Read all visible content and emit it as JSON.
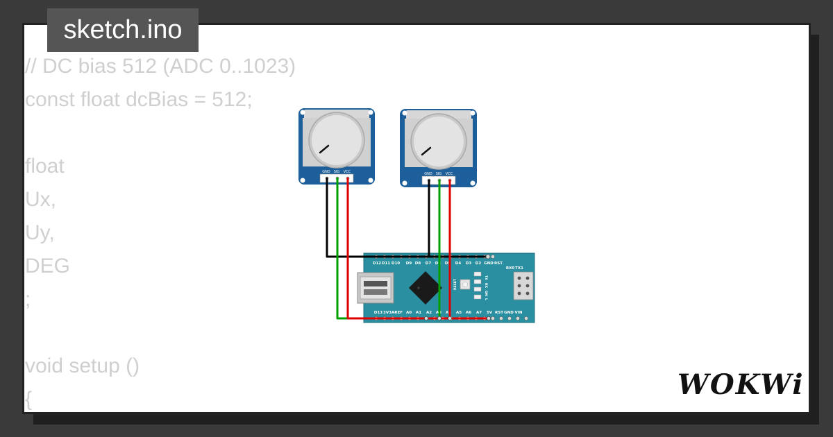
{
  "file": {
    "name": "sketch.ino"
  },
  "code_lines": [
    "// DC bias 512 (ADC 0..1023)",
    "const float dcBias = 512;",
    "",
    "float",
    "Ux,",
    "Uy,",
    "DEG",
    ";",
    "",
    "void setup ()",
    "{"
  ],
  "potentiometers": [
    {
      "pins": [
        "GND",
        "SIG",
        "VCC"
      ]
    },
    {
      "pins": [
        "GND",
        "SIG",
        "VCC"
      ]
    }
  ],
  "board": {
    "top_pins": [
      "D12",
      "D11",
      "D10",
      "D9",
      "D8",
      "D7",
      "D6",
      "D5",
      "D4",
      "D3",
      "D2",
      "GND",
      "RST",
      "RX0",
      "TX1"
    ],
    "bottom_pins": [
      "D13",
      "3V3",
      "AREF",
      "A0",
      "A1",
      "A2",
      "A3",
      "A4",
      "A5",
      "A6",
      "A7",
      "5V",
      "RST",
      "GND",
      "VIN"
    ],
    "led_labels": [
      "TX",
      "RX",
      "ON",
      "L"
    ],
    "reset_label": "RESET"
  },
  "logo": {
    "text": "WOKWi"
  },
  "colors": {
    "pot_board": "#1d5f9a",
    "board": "#2a8fa0",
    "wire_gnd": "#000000",
    "wire_sig": "#00a000",
    "wire_vcc": "#e00000"
  }
}
